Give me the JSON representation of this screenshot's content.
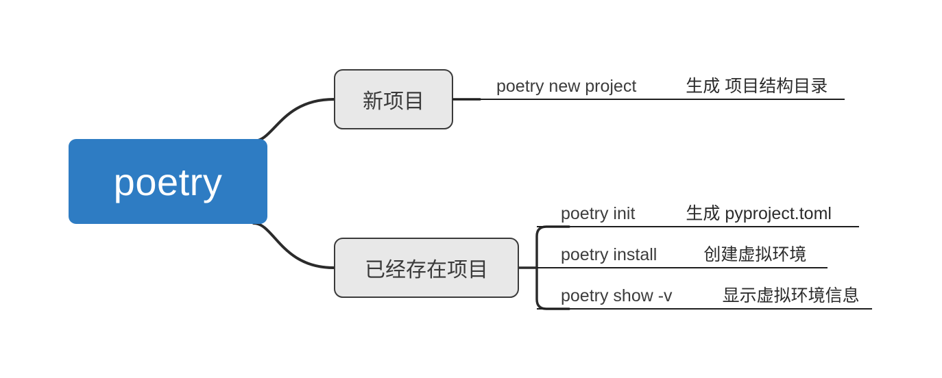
{
  "diagram": {
    "type": "mindmap",
    "title": "poetry",
    "colors": {
      "root_fill": "#2e7cc3",
      "root_text": "#ffffff",
      "branch_fill": "#e8e8e8",
      "branch_border": "#3a3a3a",
      "connector": "#2b2b2b",
      "leaf_text": "#3c3c3c",
      "background": "#ffffff"
    },
    "root": {
      "label": "poetry"
    },
    "branches": [
      {
        "id": "new-project",
        "label": "新项目",
        "leaves": [
          {
            "command": "poetry new project",
            "description": "生成 项目结构目录"
          }
        ]
      },
      {
        "id": "existing-project",
        "label": "已经存在项目",
        "leaves": [
          {
            "command": "poetry init",
            "description": "生成 pyproject.toml"
          },
          {
            "command": "poetry install",
            "description": "创建虚拟环境"
          },
          {
            "command": "poetry show -v",
            "description": "显示虚拟环境信息"
          }
        ]
      }
    ]
  }
}
